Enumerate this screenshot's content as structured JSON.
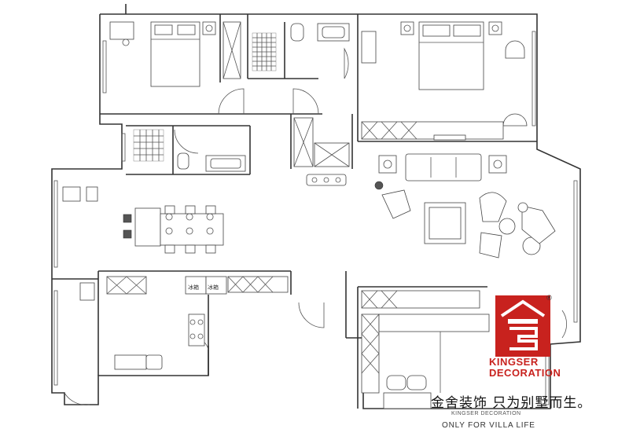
{
  "plan": {
    "fridge_labels": [
      "冰箱",
      "冰箱"
    ]
  },
  "brand": {
    "name_en_line1": "KINGSER",
    "name_en_line2": "DECORATION",
    "registered_mark": "®",
    "slogan": "金舍装饰 只为别墅而生。",
    "sub_line1": "KINGSER DECORATION",
    "sub_line2": "ONLY FOR VILLA LIFE",
    "brand_color": "#c8221e"
  }
}
